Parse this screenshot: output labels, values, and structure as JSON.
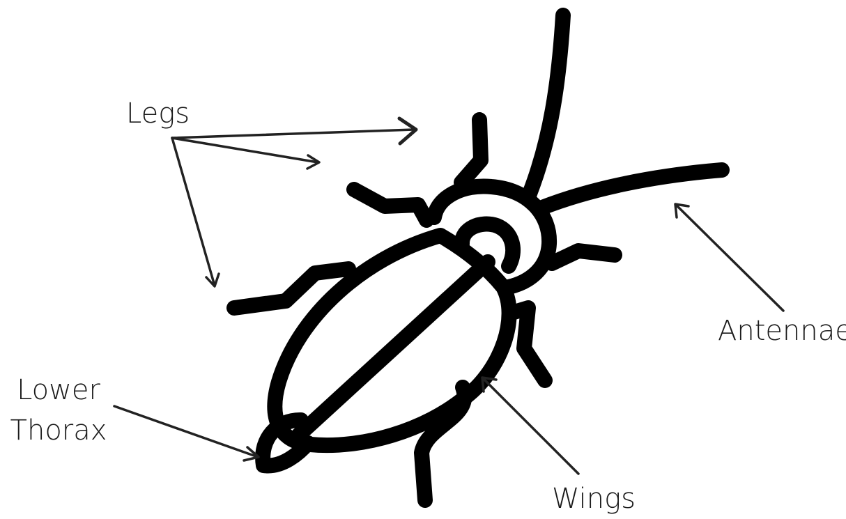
{
  "labels": {
    "legs": "Legs",
    "antennae": "Antennae",
    "wings": "Wings",
    "lower_thorax_line1": "Lower",
    "lower_thorax_line2": "Thorax"
  },
  "colors": {
    "ink": "#000000",
    "pointer": "#222222",
    "background": "#ffffff"
  }
}
